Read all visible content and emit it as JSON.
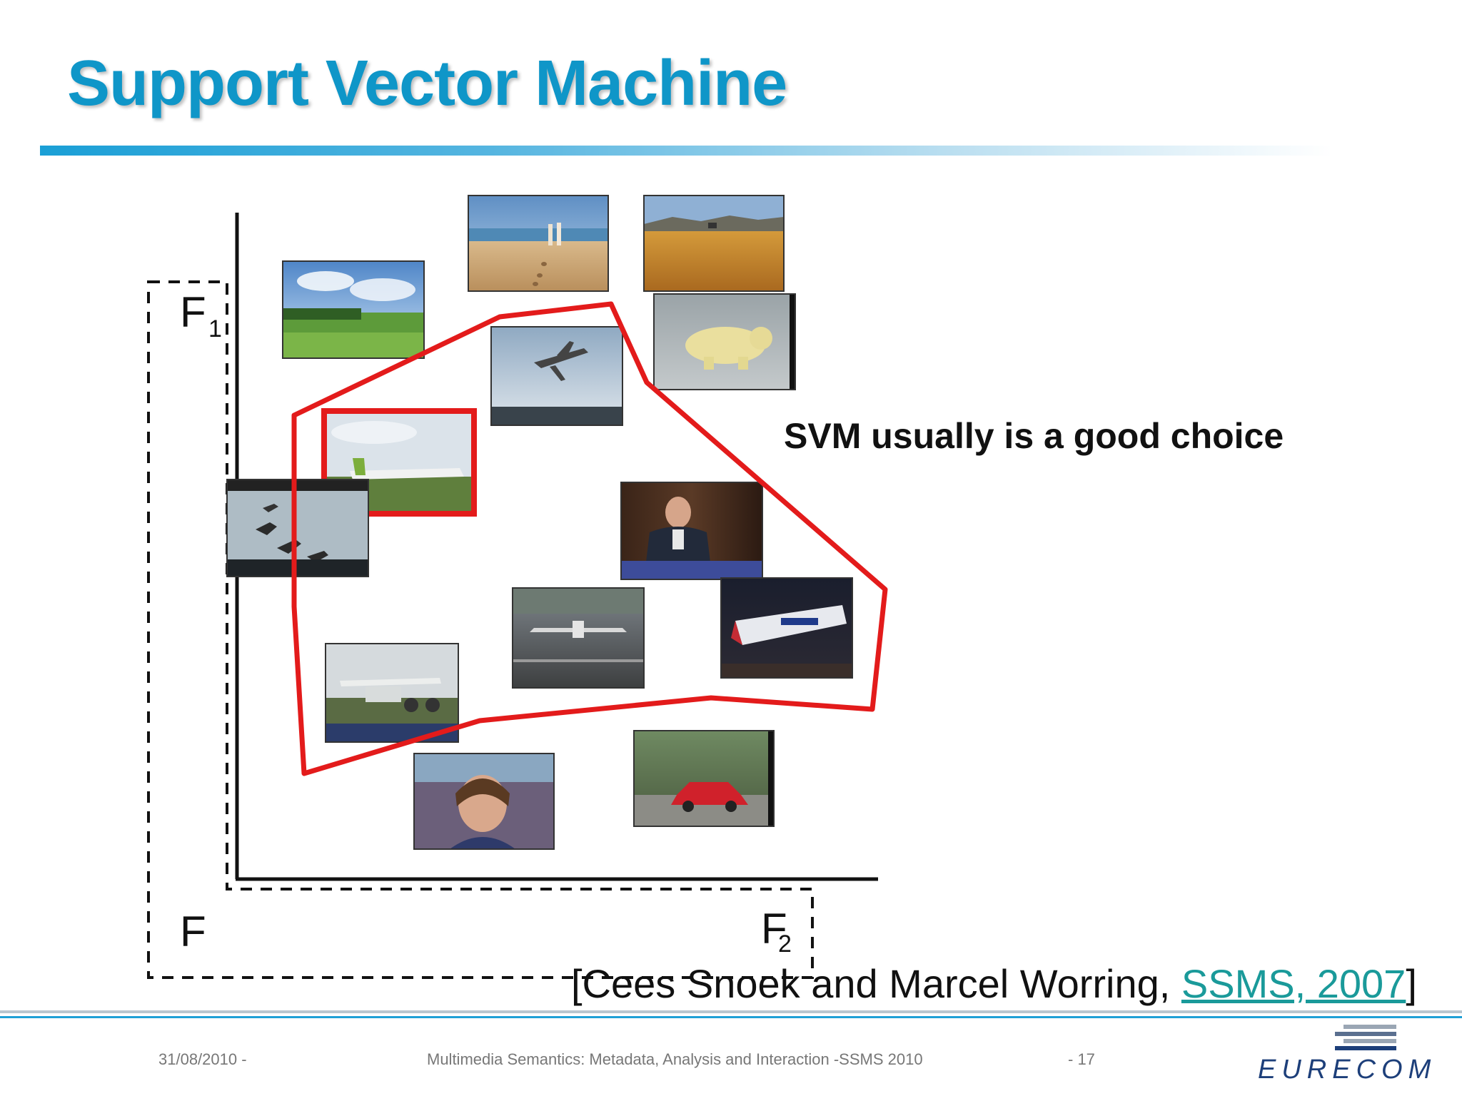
{
  "slide": {
    "title": "Support Vector Machine",
    "svm_caption": "SVM usually is a good choice",
    "citation": {
      "prefix": "[Cees Snoek and Marcel Worring, ",
      "link_text": "SSMS, 2007",
      "suffix": "]"
    },
    "footer": {
      "date": "31/08/2010 -",
      "course": "Multimedia Semantics: Metadata, Analysis and Interaction -SSMS 2010",
      "page": "- 17"
    },
    "logo_text": "EURECOM"
  },
  "diagram": {
    "axis_labels": {
      "f1_main": "F",
      "f1_sub": "1",
      "f2_main": "F",
      "f2_sub": "2",
      "feature_space": "F"
    },
    "thumbnails": [
      {
        "id": "grassland",
        "scene": "green meadow under blue sky",
        "class": "negative"
      },
      {
        "id": "beach",
        "scene": "couple walking on beach",
        "class": "negative"
      },
      {
        "id": "savanna",
        "scene": "dry golden grassland",
        "class": "negative"
      },
      {
        "id": "airplane-sky",
        "scene": "airplane flying in sky",
        "class": "positive"
      },
      {
        "id": "polar-bear",
        "scene": "polar bear on ice",
        "class": "negative"
      },
      {
        "id": "airplane-runway",
        "scene": "airplane on grass runway",
        "class": "positive-highlighted"
      },
      {
        "id": "geese",
        "scene": "flock of geese flying",
        "class": "negative"
      },
      {
        "id": "news-anchor",
        "scene": "man in news interview",
        "class": "negative"
      },
      {
        "id": "jet-landing",
        "scene": "jet on runway",
        "class": "positive"
      },
      {
        "id": "jumbo-jet",
        "scene": "large airliner close-up",
        "class": "positive"
      },
      {
        "id": "propeller-plane",
        "scene": "small propeller plane on field",
        "class": "positive"
      },
      {
        "id": "woman",
        "scene": "smiling woman",
        "class": "negative"
      },
      {
        "id": "red-car",
        "scene": "red car on road",
        "class": "negative"
      }
    ]
  },
  "colors": {
    "title": "#0f96c8",
    "boundary": "#e31b1b",
    "link": "#1a9a9a",
    "logo": "#1d3f7a"
  }
}
